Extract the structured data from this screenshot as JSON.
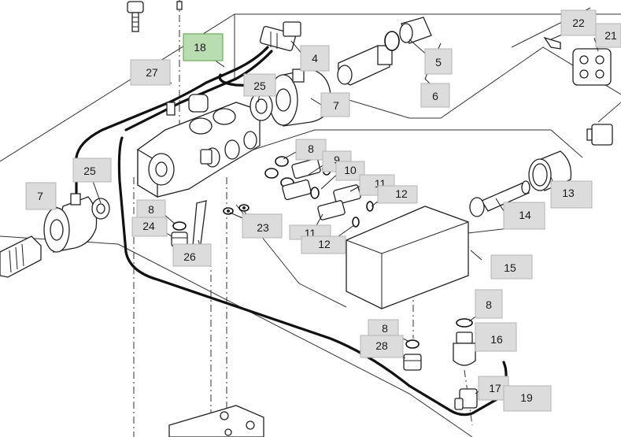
{
  "callouts": [
    {
      "id": "c18",
      "label": "18",
      "highlight": true
    },
    {
      "id": "c27",
      "label": "27"
    },
    {
      "id": "c4",
      "label": "4"
    },
    {
      "id": "c25a",
      "label": "25"
    },
    {
      "id": "c7a",
      "label": "7"
    },
    {
      "id": "c5",
      "label": "5"
    },
    {
      "id": "c6",
      "label": "6"
    },
    {
      "id": "c22",
      "label": "22"
    },
    {
      "id": "c21",
      "label": "21"
    },
    {
      "id": "c8a",
      "label": "8"
    },
    {
      "id": "c9",
      "label": "9"
    },
    {
      "id": "c10",
      "label": "10"
    },
    {
      "id": "c11a",
      "label": "11"
    },
    {
      "id": "c12a",
      "label": "12"
    },
    {
      "id": "c13",
      "label": "13"
    },
    {
      "id": "c14",
      "label": "14"
    },
    {
      "id": "c7b",
      "label": "7"
    },
    {
      "id": "c25b",
      "label": "25"
    },
    {
      "id": "c8b",
      "label": "8"
    },
    {
      "id": "c24",
      "label": "24"
    },
    {
      "id": "c26",
      "label": "26"
    },
    {
      "id": "c23",
      "label": "23"
    },
    {
      "id": "c11b",
      "label": "11"
    },
    {
      "id": "c12b",
      "label": "12"
    },
    {
      "id": "c15",
      "label": "15"
    },
    {
      "id": "c8c",
      "label": "8"
    },
    {
      "id": "c8d",
      "label": "8"
    },
    {
      "id": "c28",
      "label": "28"
    },
    {
      "id": "c16",
      "label": "16"
    },
    {
      "id": "c17",
      "label": "17"
    },
    {
      "id": "c19",
      "label": "19"
    }
  ]
}
